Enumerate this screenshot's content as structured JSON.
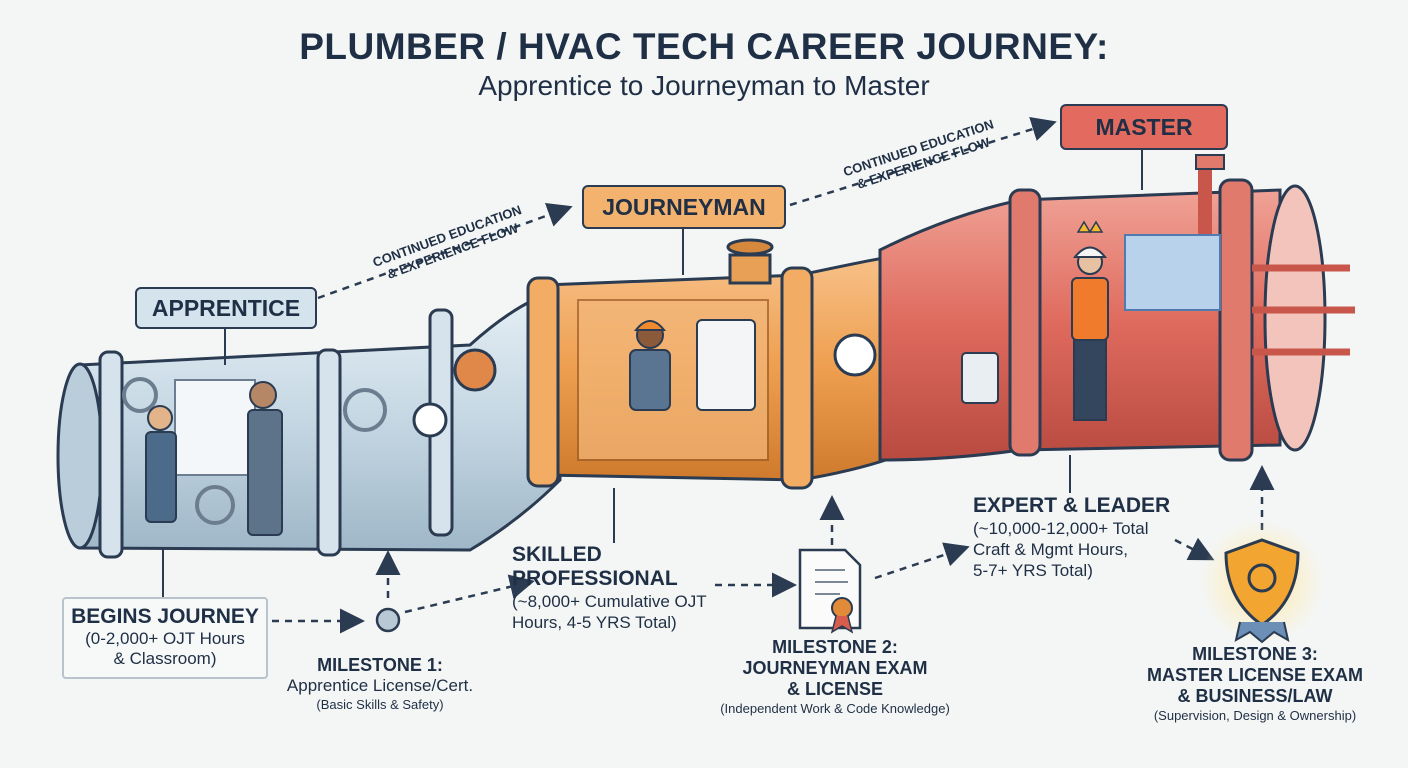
{
  "header": {
    "title": "PLUMBER / HVAC TECH CAREER JOURNEY:",
    "subtitle": "Apprentice to Journeyman to Master"
  },
  "stages": {
    "apprentice": "APPRENTICE",
    "journeyman": "JOURNEYMAN",
    "master": "MASTER"
  },
  "flows": [
    {
      "line1": "CONTINUED EDUCATION",
      "line2": "& EXPERIENCE FLOW"
    },
    {
      "line1": "CONTINUED EDUCATION",
      "line2": "& EXPERIENCE FLOW"
    }
  ],
  "begins": {
    "heading": "BEGINS JOURNEY",
    "line1": "(0-2,000+ OJT Hours",
    "line2": "& Classroom)"
  },
  "skilled": {
    "heading1": "SKILLED",
    "heading2": "PROFESSIONAL",
    "line1": "(~8,000+ Cumulative OJT",
    "line2": "Hours, 4-5 YRS Total)"
  },
  "expert": {
    "heading": "EXPERT & LEADER",
    "line1": "(~10,000-12,000+ Total",
    "line2": "Craft & Mgmt Hours,",
    "line3": "5-7+ YRS Total)"
  },
  "milestones": [
    {
      "heading": "MILESTONE 1:",
      "sub": "Apprentice License/Cert.",
      "note": "(Basic Skills & Safety)"
    },
    {
      "heading1": "MILESTONE 2:",
      "heading2": "JOURNEYMAN EXAM",
      "heading3": "& LICENSE",
      "note": "(Independent Work & Code Knowledge)"
    },
    {
      "heading1": "MILESTONE 3:",
      "heading2": "MASTER LICENSE EXAM",
      "heading3": "& BUSINESS/LAW",
      "note": "(Supervision, Design & Ownership)"
    }
  ],
  "colors": {
    "apprentice_pipe": "#c9dbe6",
    "journeyman_pipe": "#ee9f4f",
    "master_pipe": "#de6a5d",
    "navy": "#1f2f45",
    "badge_gold": "#f2a531"
  },
  "icons": [
    "gear-icon",
    "wrench-icon",
    "valve-icon",
    "pressure-gauge-icon",
    "hard-hat-icon",
    "crown-icon",
    "blueprint-icon",
    "certificate-icon",
    "badge-icon"
  ]
}
